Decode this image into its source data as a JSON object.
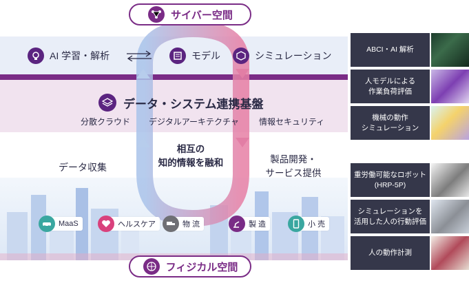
{
  "cyber_space": {
    "title": "サイバー空間",
    "icon": "neural-network-icon"
  },
  "cyber_row": {
    "ai": {
      "label": "AI 学習・解析",
      "icon": "brain-bulb-icon"
    },
    "model": {
      "label": "モデル",
      "icon": "model-board-icon"
    },
    "simulation": {
      "label": "シミュレーション",
      "icon": "cube-simulation-icon"
    }
  },
  "platform": {
    "title": "データ・システム連携基盤",
    "icon": "layers-icon",
    "items": [
      "分散クラウド",
      "デジタルアーキテクチャ",
      "情報セキュリティ"
    ]
  },
  "middle": {
    "left": "データ収集",
    "center_line1": "相互の",
    "center_line2": "知的情報を融和",
    "right_line1": "製品開発・",
    "right_line2": "サービス提供"
  },
  "categories": [
    {
      "label": "MaaS",
      "icon": "car-icon",
      "color": "#3aa7a0"
    },
    {
      "label": "ヘルスケア",
      "icon": "heart-icon",
      "color": "#d9417c"
    },
    {
      "label": "物 流",
      "icon": "truck-icon",
      "color": "#6f6f74"
    },
    {
      "label": "製 造",
      "icon": "robot-arm-icon",
      "color": "#7a2c86"
    },
    {
      "label": "小 売",
      "icon": "smartphone-icon",
      "color": "#3aa7a0"
    }
  ],
  "physical_space": {
    "title": "フィジカル空間",
    "icon": "globe-people-icon"
  },
  "sidebar": [
    {
      "label": "ABCI・AI 解析",
      "photo": "server-room-photo"
    },
    {
      "label": "人モデルによる\n作業負荷評価",
      "photo": "human-model-photo"
    },
    {
      "label": "機械の動作\nシミュレーション",
      "photo": "machine-sim-photo"
    },
    {
      "label": "重労働可能なロボット\n(HRP-5P)",
      "photo": "robot-photo"
    },
    {
      "label": "シミュレーションを\n活用した人の行動評価",
      "photo": "vr-person-photo"
    },
    {
      "label": "人の動作計測",
      "photo": "motion-capture-photo"
    }
  ],
  "colors": {
    "accent": "#7a2c86",
    "cyber_band": "#e9eef8",
    "data_band": "#f1e3ef",
    "sidebar_bg": "#35374a",
    "loop_blue": "#a9c3ea",
    "loop_pink": "#e67fa5"
  }
}
